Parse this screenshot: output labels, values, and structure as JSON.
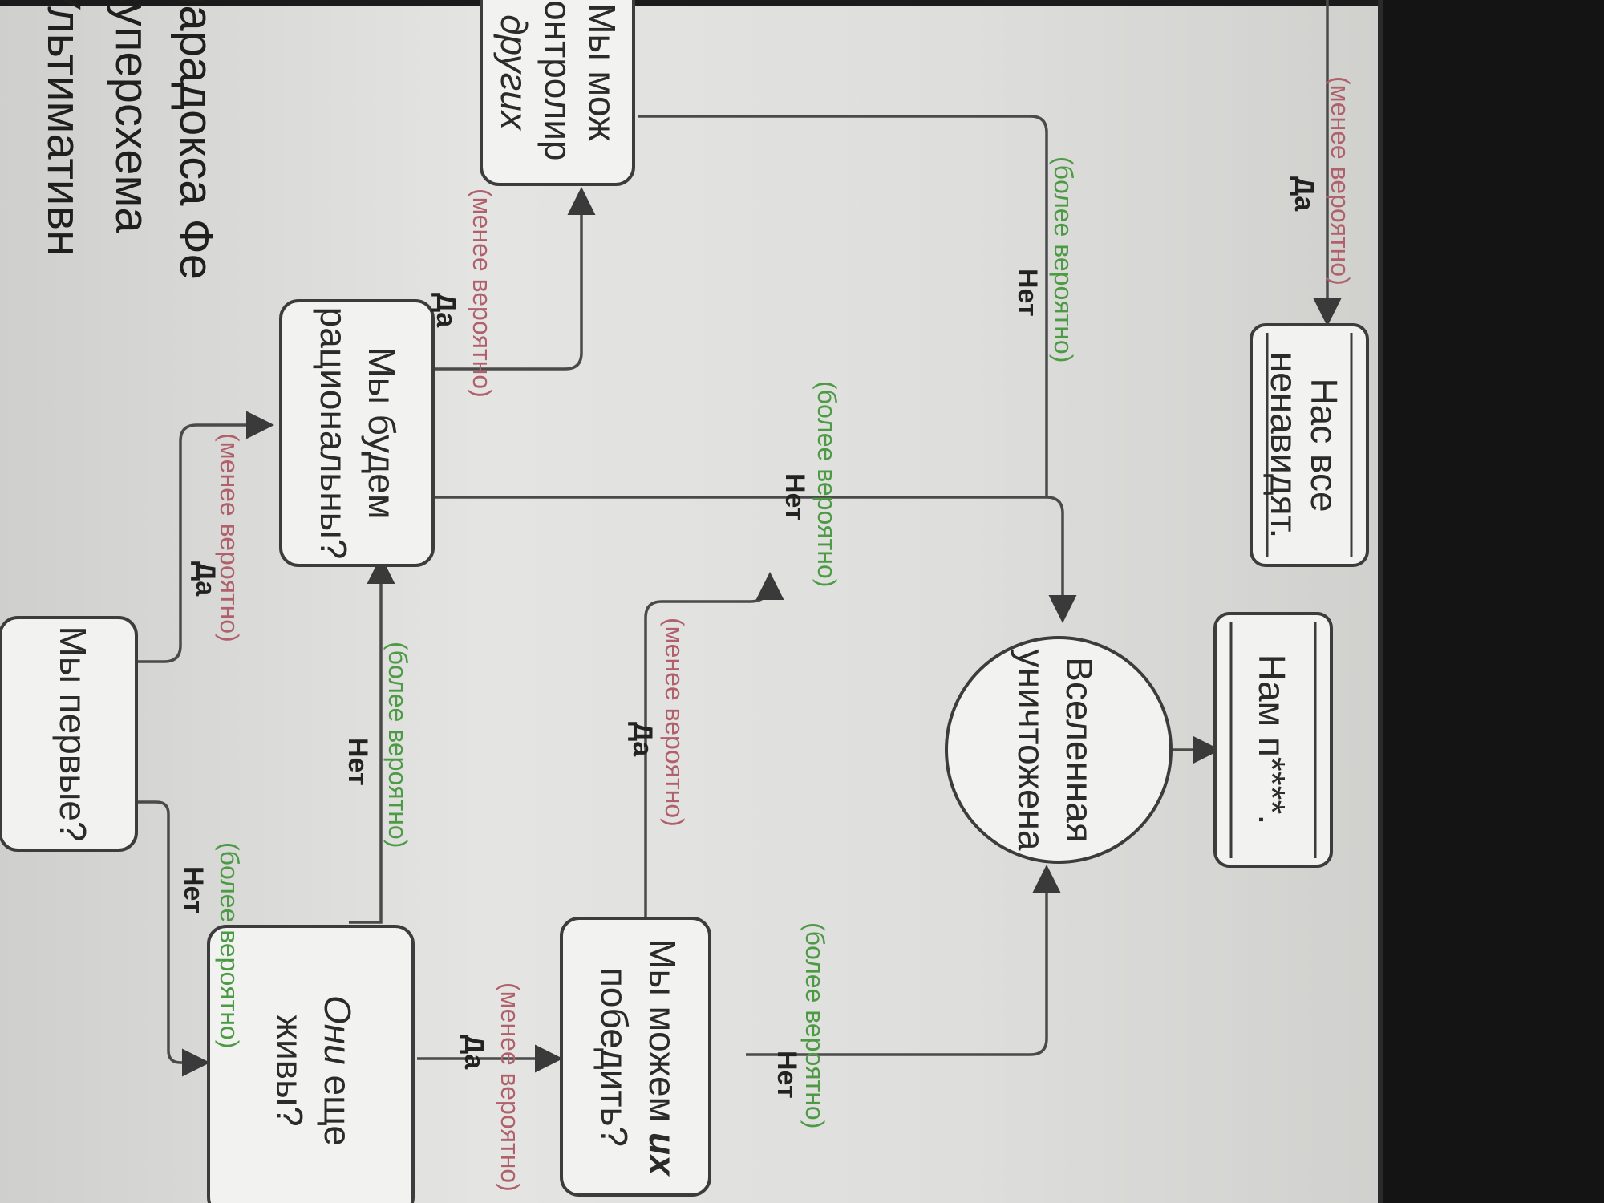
{
  "title": {
    "line1": "Ультимативн",
    "line2": "суперсхема",
    "line3": "парадокса Фе"
  },
  "nodes": {
    "first": "Мы первые?",
    "alive_em": "Они",
    "alive_rest1": " еще",
    "alive_line2": "живы?",
    "beat_pre": "Мы можем ",
    "beat_em": "их",
    "beat_line2": "победить?",
    "rational_line1": "Мы будем",
    "rational_line2": "рациональны?",
    "control_line1": "Мы мож",
    "control_line2": "контролир",
    "control_line3": "других",
    "universe_line1": "Вселенная",
    "universe_line2": "уничтожена",
    "doom": "Нам п****.",
    "hate_line1": "Нас все",
    "hate_line2": "ненавидят."
  },
  "labels": {
    "no": "Нет",
    "yes": "Да",
    "more_likely": "(более вероятно)",
    "less_likely": "(менее вероятно)"
  },
  "colors": {
    "more_likely": "#4d9a45",
    "less_likely": "#b0606a"
  }
}
